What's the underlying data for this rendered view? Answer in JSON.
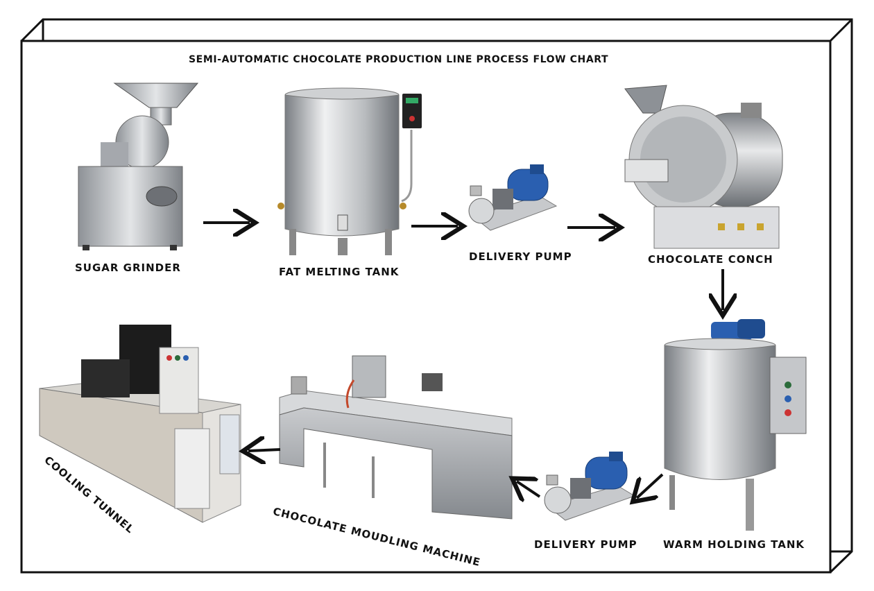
{
  "title": "SEMI-AUTOMATIC CHOCOLATE PRODUCTION LINE PROCESS FLOW CHART",
  "steps": [
    {
      "label": "SUGAR GRINDER"
    },
    {
      "label": "FAT MELTING TANK"
    },
    {
      "label": "DELIVERY PUMP"
    },
    {
      "label": "CHOCOLATE CONCH"
    },
    {
      "label": "WARM HOLDING TANK"
    },
    {
      "label": "DELIVERY PUMP"
    },
    {
      "label": "CHOCOLATE MOUDLING MACHINE"
    },
    {
      "label": "COOLING TUNNEL"
    }
  ],
  "colors": {
    "border": "#111111",
    "steel": "#b9bcbf",
    "motor": "#2a5fb0",
    "panel": "#e9e7e2"
  }
}
